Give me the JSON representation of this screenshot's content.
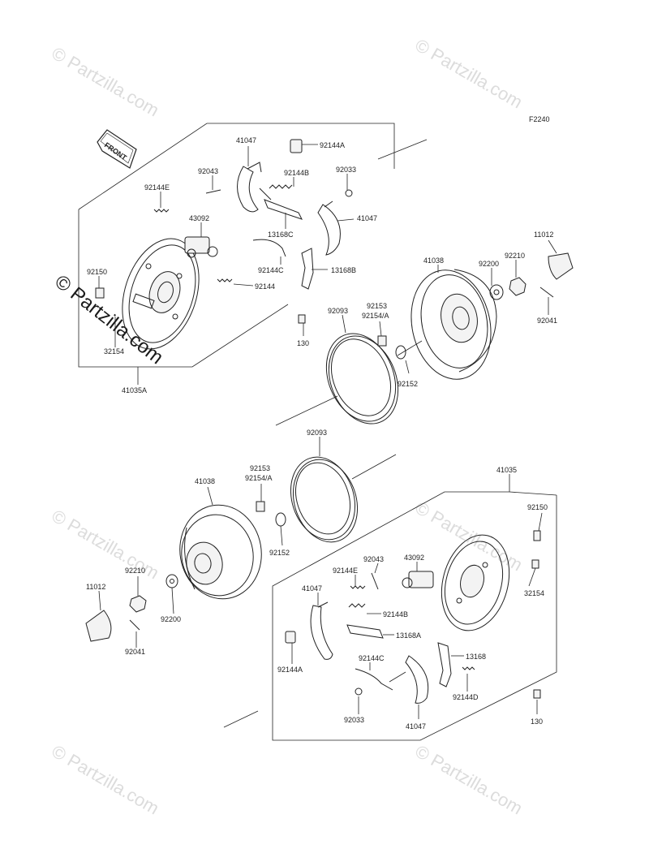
{
  "diagram_code": "F2240",
  "front_label": "FRONT",
  "watermark": "© Partzilla.com",
  "watermark_main": "© Partzilla.com",
  "labels": {
    "l41047_a": "41047",
    "l92144a_a": "92144A",
    "l92043_a": "92043",
    "l92144b_a": "92144B",
    "l92033_a": "92033",
    "l92144e_a": "92144E",
    "l43092_a": "43092",
    "l13168c": "13168C",
    "l41047_b": "41047",
    "l92150_a": "92150",
    "l92144c_a": "92144C",
    "l13168b": "13168B",
    "l92144_a": "92144",
    "l32154_a": "32154",
    "l130_a": "130",
    "l41035a": "41035A",
    "l41038_a": "41038",
    "l92200_a": "92200",
    "l92210_a": "92210",
    "l11012_a": "11012",
    "l92153_a": "92153",
    "l92154a_a": "92154/A",
    "l92093_a": "92093",
    "l92152_a": "92152",
    "l92041_a": "92041",
    "l92093_b": "92093",
    "l92153_b": "92153",
    "l92154a_b": "92154/A",
    "l41038_b": "41038",
    "l41035": "41035",
    "l92152_b": "92152",
    "l92210_b": "92210",
    "l11012_b": "11012",
    "l92200_b": "92200",
    "l92041_b": "92041",
    "l92150_b": "92150",
    "l92043_b": "92043",
    "l43092_b": "43092",
    "l92144e_b": "92144E",
    "l41047_c": "41047",
    "l32154_b": "32154",
    "l92144b_b": "92144B",
    "l13168a": "13168A",
    "l92144a_b": "92144A",
    "l92144c_b": "92144C",
    "l13168": "13168",
    "l92144d": "92144D",
    "l92033_b": "92033",
    "l41047_d": "41047",
    "l130_b": "130"
  }
}
